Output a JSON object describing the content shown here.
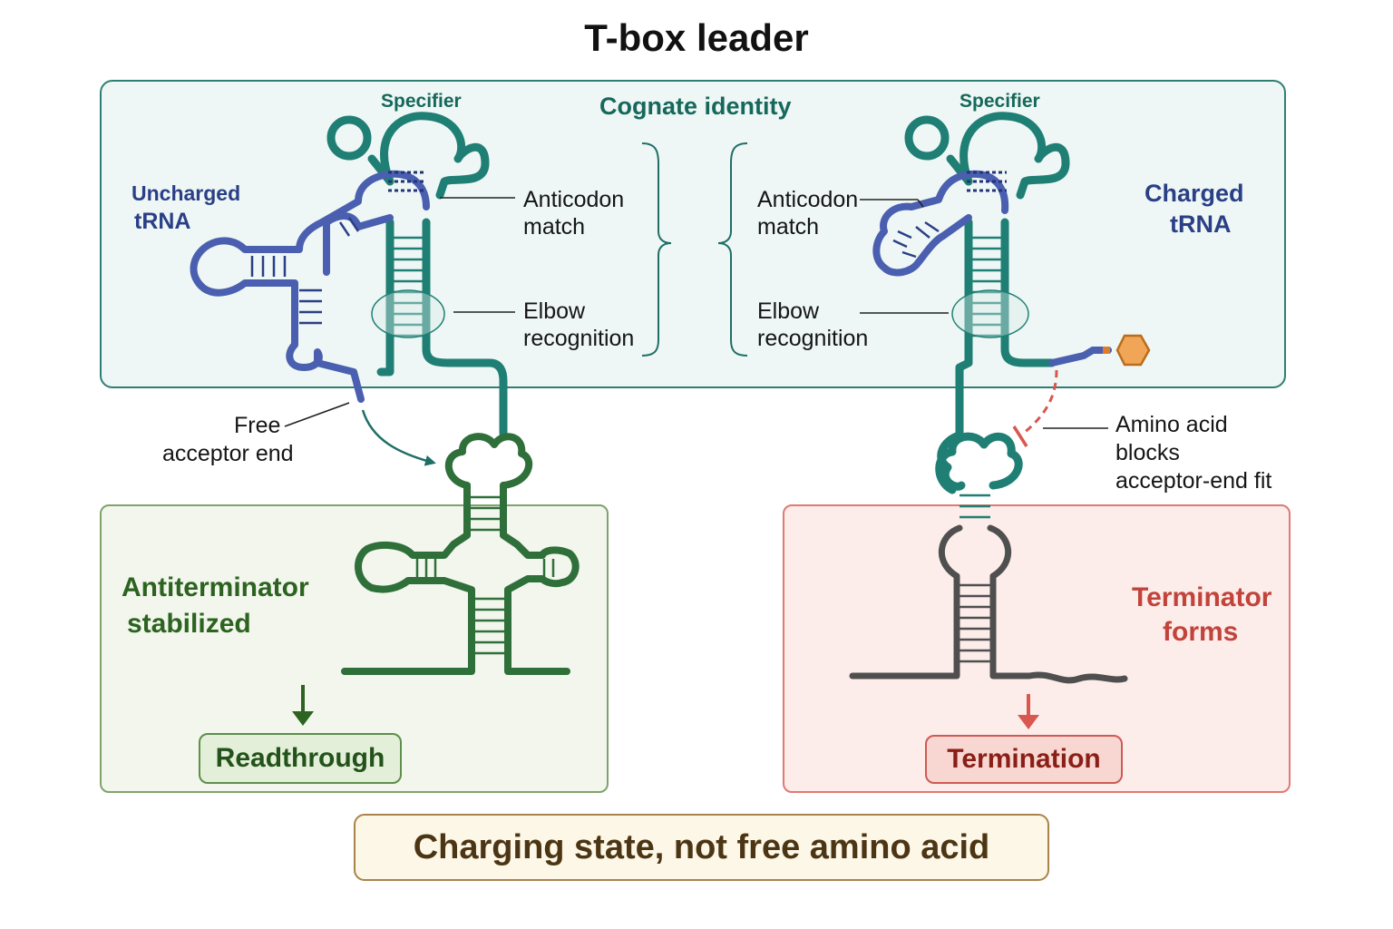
{
  "title": "T-box leader",
  "top_panel": {
    "center_label": "Cognate identity",
    "left": {
      "specifier": "Specifier",
      "trna_label_line1": "Uncharged",
      "trna_label_line2": "tRNA",
      "anticodon_line1": "Anticodon",
      "anticodon_line2": "match",
      "elbow_line1": "Elbow",
      "elbow_line2": "recognition"
    },
    "right": {
      "specifier": "Specifier",
      "trna_label_line1": "Charged",
      "trna_label_line2": "tRNA",
      "anticodon_line1": "Anticodon",
      "anticodon_line2": "match",
      "elbow_line1": "Elbow",
      "elbow_line2": "recognition"
    }
  },
  "free_acceptor": {
    "line1": "Free",
    "line2": "acceptor end"
  },
  "amino_block": {
    "line1": "Amino acid",
    "line2": "blocks",
    "line3": "acceptor-end fit"
  },
  "left_outcome": {
    "state_line1": "Antiterminator",
    "state_line2": "stabilized",
    "result": "Readthrough"
  },
  "right_outcome": {
    "state_line1": "Terminator",
    "state_line2": "forms",
    "result": "Termination"
  },
  "footer": "Charging state, not free amino acid",
  "colors": {
    "teal": "#1f7f74",
    "navy": "#3c54a8",
    "green": "#2f6f3a",
    "red": "#c94a42",
    "gray": "#555555",
    "amino": "#f0a656"
  }
}
